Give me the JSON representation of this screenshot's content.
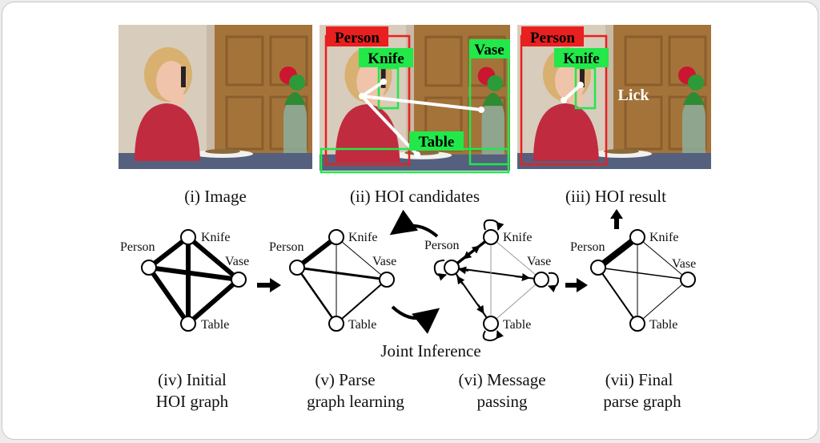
{
  "colors": {
    "person_box": "#e8201f",
    "object_box": "#22e84a",
    "label_text": "#000000",
    "edge": "#000000"
  },
  "photos": {
    "image": {
      "caption": "(i) Image"
    },
    "candidates": {
      "caption": "(ii) HOI candidates",
      "boxes": {
        "person": "Person",
        "knife": "Knife",
        "vase": "Vase",
        "table": "Table"
      }
    },
    "result": {
      "caption": "(iii) HOI result",
      "boxes": {
        "person": "Person",
        "knife": "Knife"
      },
      "action": "Lick"
    }
  },
  "graphs": {
    "node_names": {
      "person": "Person",
      "knife": "Knife",
      "vase": "Vase",
      "table": "Table"
    },
    "initial": {
      "caption_line1": "(iv) Initial",
      "caption_line2": "HOI graph"
    },
    "parse": {
      "caption_line1": "(v) Parse",
      "caption_line2": "graph learning"
    },
    "message": {
      "caption_line1": "(vi) Message",
      "caption_line2": "passing"
    },
    "final": {
      "caption_line1": "(vii) Final",
      "caption_line2": "parse graph"
    },
    "joint_label": "Joint Inference"
  }
}
